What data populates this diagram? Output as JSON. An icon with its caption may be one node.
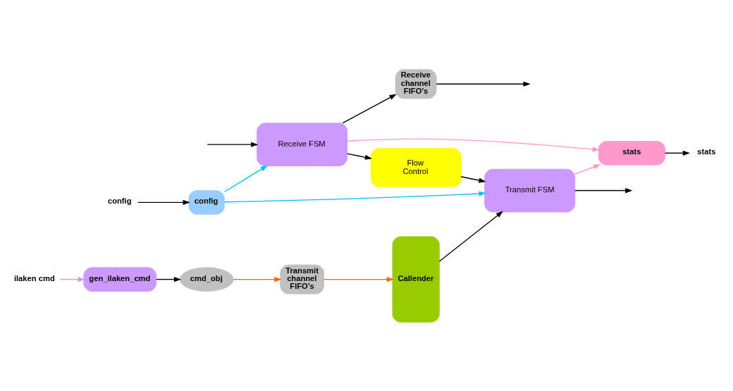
{
  "diagram": {
    "nodes": [
      {
        "text": [
          "config"
        ]
      },
      {
        "text": [
          "config"
        ]
      },
      {
        "text": [
          "ilaken cmd"
        ]
      },
      {
        "text": [
          "gen_ilaken_cmd"
        ]
      },
      {
        "text": [
          "cmd_obj"
        ]
      },
      {
        "text": [
          "Transmit channel FIFO’s"
        ]
      },
      {
        "text": [
          "Callender"
        ]
      },
      {
        "text": [
          "Transmit FSM"
        ]
      },
      {
        "text": [
          "Flow Control"
        ]
      },
      {
        "text": [
          "Receive FSM"
        ]
      },
      {
        "text": [
          "Receive channel FIFO’s"
        ]
      },
      {
        "text": [
          "stats"
        ]
      },
      {
        "text": [
          "stats"
        ]
      }
    ],
    "edges": [
      {
        "from": 0,
        "to": 1,
        "arrow": "to"
      },
      {
        "from": 1,
        "to": 7,
        "arrow": "to",
        "color": "#00bfff"
      },
      {
        "from": 1,
        "to": 9,
        "arrow": "to",
        "color": "#00bfff"
      },
      {
        "from": 2,
        "to": 3,
        "arrow": "to",
        "color": "#cc99ff"
      },
      {
        "from": 3,
        "to": 4,
        "arrow": "to"
      },
      {
        "from": 4,
        "to": 5,
        "arrow": "to",
        "color": "#ff6600"
      },
      {
        "from": 5,
        "to": 6,
        "arrow": "to",
        "color": "#ff6600"
      },
      {
        "from": 6,
        "to": 7,
        "arrow": "to"
      },
      {
        "from": 7,
        "to": null,
        "arrow": "to"
      },
      {
        "from": 8,
        "to": 7,
        "arrow": "to"
      },
      {
        "from": 9,
        "to": 8,
        "arrow": "to"
      },
      {
        "from": null,
        "to": 9,
        "arrow": "to"
      },
      {
        "from": 9,
        "to": 10,
        "arrow": "to"
      },
      {
        "from": 10,
        "to": null,
        "arrow": "to"
      },
      {
        "from": 7,
        "to": 11,
        "arrow": "to",
        "color": "#ff99cc"
      },
      {
        "from": 9,
        "to": 11,
        "arrow": "to",
        "color": "#ff99cc"
      },
      {
        "from": 11,
        "to": 12,
        "arrow": "to"
      }
    ]
  }
}
